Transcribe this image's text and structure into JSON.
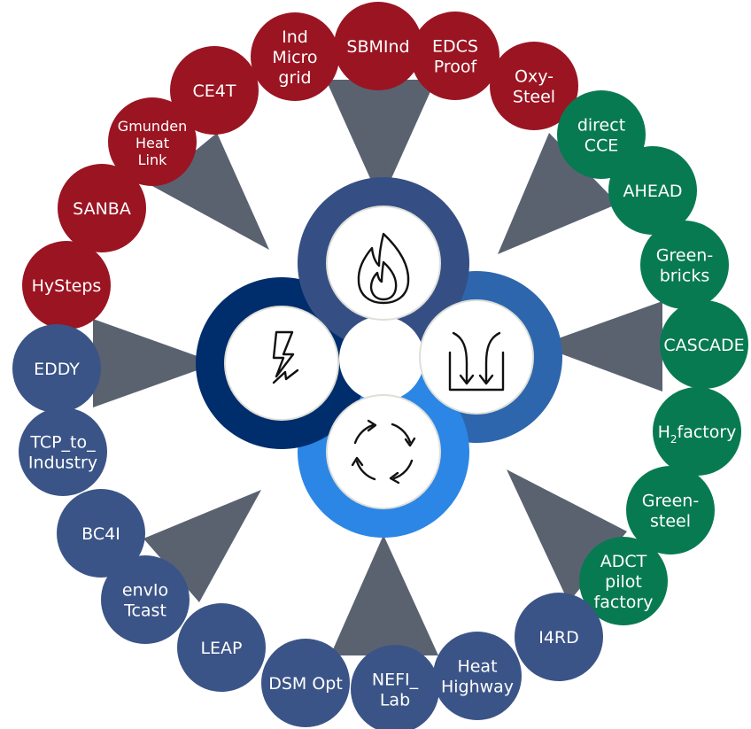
{
  "colors": {
    "red": "#9b1422",
    "green": "#087a52",
    "navy": "#3b5487",
    "arrow": "#5a6270",
    "ring_top": "#354f84",
    "ring_left": "#002d6c",
    "ring_right": "#2d66ad",
    "ring_bottom": "#2b86e6"
  },
  "center_icons": [
    {
      "name": "flame-icon"
    },
    {
      "name": "lightning-icon"
    },
    {
      "name": "arrows-into-container-icon"
    },
    {
      "name": "cycle-arrows-icon"
    }
  ],
  "projects": {
    "red": [
      {
        "lines": [
          "HySteps"
        ]
      },
      {
        "lines": [
          "SANBA"
        ]
      },
      {
        "lines": [
          "Gmunden",
          "Heat",
          "Link"
        ]
      },
      {
        "lines": [
          "CE4T"
        ]
      },
      {
        "lines": [
          "Ind",
          "Micro",
          "grid"
        ]
      },
      {
        "lines": [
          "SBMInd"
        ]
      },
      {
        "lines": [
          "EDCS",
          "Proof"
        ]
      },
      {
        "lines": [
          "Oxy-",
          "Steel"
        ]
      }
    ],
    "green": [
      {
        "lines": [
          "direct",
          "CCE"
        ]
      },
      {
        "lines": [
          "AHEAD"
        ]
      },
      {
        "lines": [
          "Green-",
          "bricks"
        ]
      },
      {
        "lines": [
          "CASCADE"
        ]
      },
      {
        "lines": [
          "H",
          "2",
          "factory"
        ]
      },
      {
        "lines": [
          "Green-",
          "steel"
        ]
      },
      {
        "lines": [
          "ADCT",
          "pilot",
          "factory"
        ]
      }
    ],
    "navy": [
      {
        "lines": [
          "I4RD"
        ]
      },
      {
        "lines": [
          "Heat",
          "Highway"
        ]
      },
      {
        "lines": [
          "NEFI_",
          "Lab"
        ]
      },
      {
        "lines": [
          "DSM Opt"
        ]
      },
      {
        "lines": [
          "LEAP"
        ]
      },
      {
        "lines": [
          "envIo",
          "Tcast"
        ]
      },
      {
        "lines": [
          "BC4I"
        ]
      },
      {
        "lines": [
          "TCP_to_",
          "Industry"
        ]
      },
      {
        "lines": [
          "EDDY"
        ]
      }
    ]
  }
}
